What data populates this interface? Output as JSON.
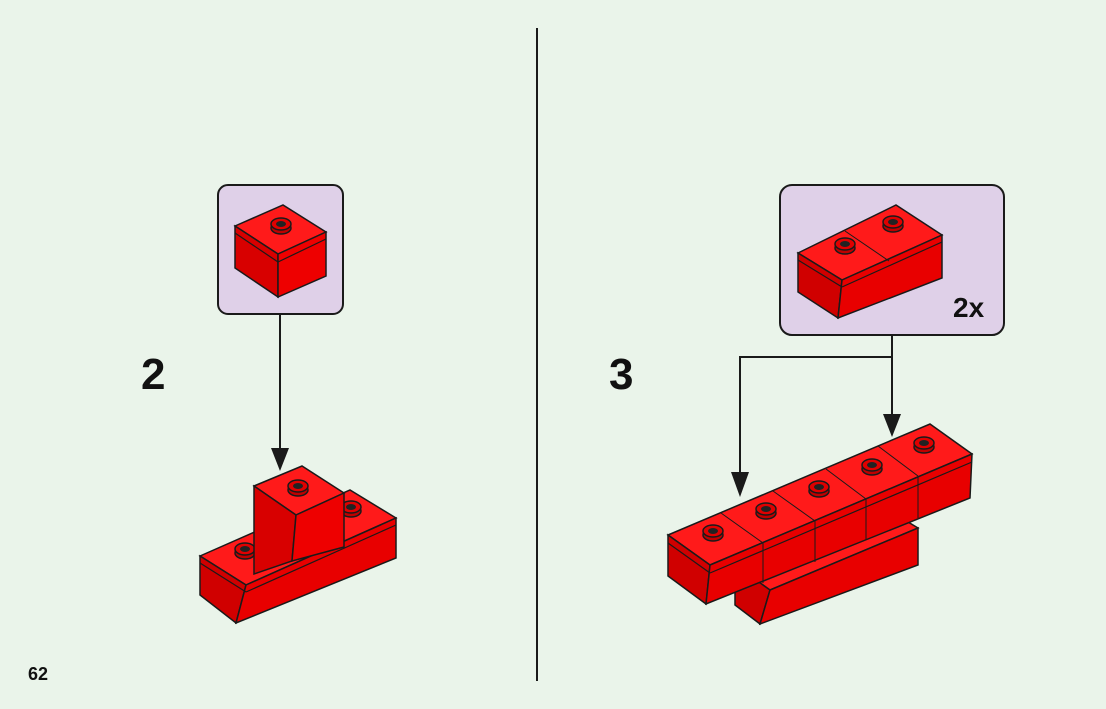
{
  "page_number": "62",
  "steps": [
    {
      "number": "2"
    },
    {
      "number": "3",
      "quantity": "2x"
    }
  ],
  "colors": {
    "background": "#eaf4ea",
    "parts_callout": "#dfd0e8",
    "brick_red": "#e00000",
    "brick_shadow": "#b00000",
    "outline": "#1a1a1a"
  },
  "icons": [
    "brick-1x1-icon",
    "brick-1x2-icon",
    "arrow-down-icon"
  ]
}
